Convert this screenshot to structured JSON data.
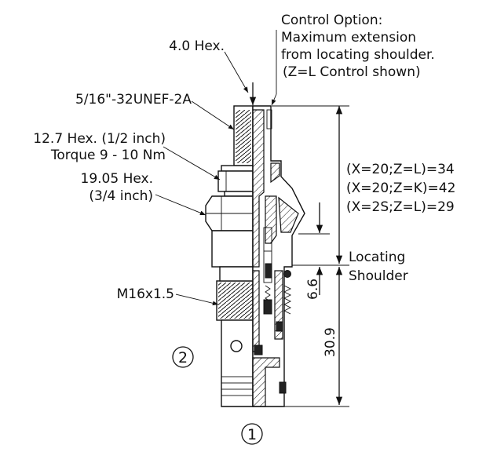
{
  "callouts": {
    "control_option": [
      "Control Option:",
      "Maximum extension",
      "from locating shoulder.",
      "(Z=L Control shown)"
    ],
    "hex_4": "4.0 Hex.",
    "stem_thread": "5/16\"-32UNEF-2A",
    "small_hex": [
      "12.7 Hex. (1/2 inch)",
      "Torque 9 - 10 Nm"
    ],
    "large_hex": [
      "19.05 Hex.",
      "(3/4 inch)"
    ],
    "body_thread": "M16x1.5",
    "extensions": [
      "(X=20;Z=L)=34",
      "(X=20;Z=K)=42",
      "(X=2S;Z=L)=29"
    ],
    "shoulder": [
      "Locating",
      "Shoulder"
    ],
    "dim_small": "6.6",
    "dim_overall": "30.9"
  },
  "ports": {
    "side": "2",
    "nose": "1"
  }
}
